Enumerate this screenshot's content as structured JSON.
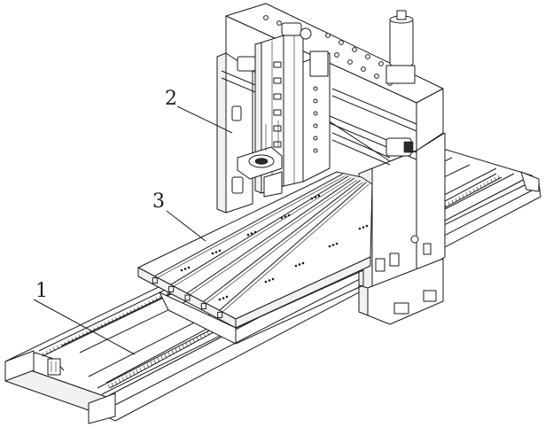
{
  "callouts": [
    {
      "id": "1",
      "text": "1"
    },
    {
      "id": "2",
      "text": "2"
    },
    {
      "id": "3",
      "text": "3"
    }
  ],
  "colors": {
    "line": "#1a1a1a",
    "background": "#ffffff",
    "shade": "#f1f1f1"
  }
}
